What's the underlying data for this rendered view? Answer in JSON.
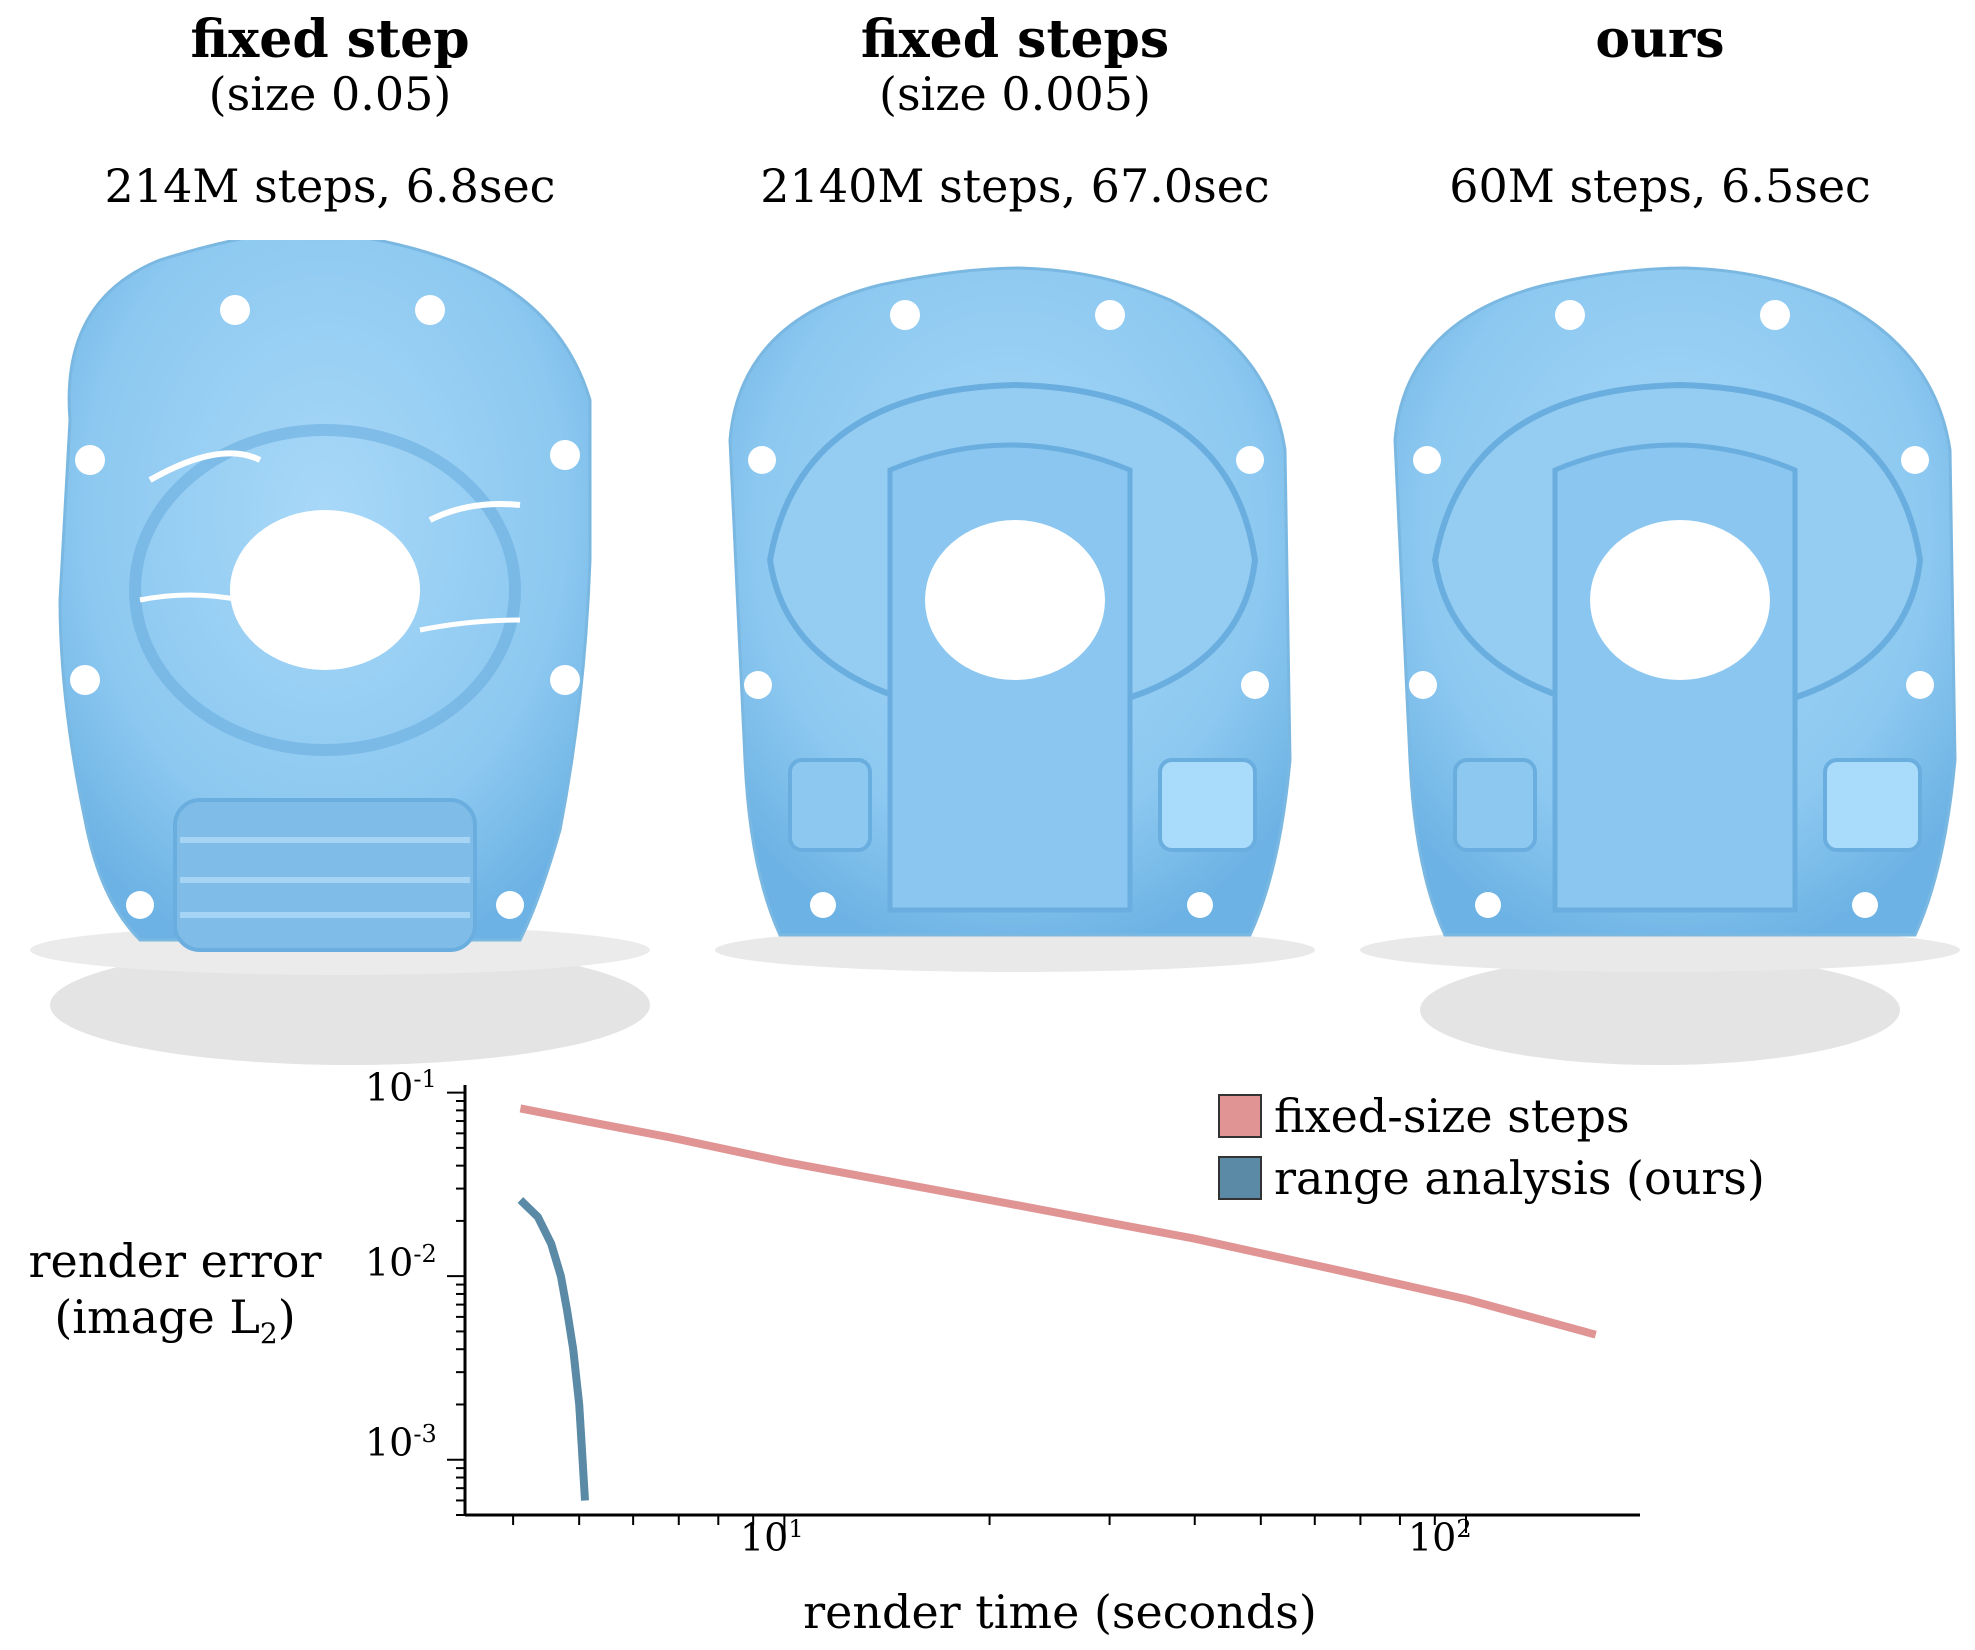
{
  "panels": [
    {
      "title": "fixed step",
      "subtitle": "(size 0.05)",
      "stats": "214M steps, 6.8sec"
    },
    {
      "title": "fixed steps",
      "subtitle": "(size 0.005)",
      "stats": "2140M steps, 67.0sec"
    },
    {
      "title": "ours",
      "subtitle": "",
      "stats": "60M steps, 6.5sec"
    }
  ],
  "colors": {
    "part": "#8cc8f0",
    "part_dark": "#5fa8dc",
    "shadow": "#e4e4e4",
    "fixed": "#e09494",
    "ours": "#5a8aa6"
  },
  "chart_data": {
    "type": "line",
    "title": "",
    "xlabel": "render time (seconds)",
    "ylabel_line1": "render error",
    "ylabel_line2": "(image L",
    "ylabel_sub": "2",
    "ylabel_end": ")",
    "xscale": "log",
    "yscale": "log",
    "xlim": [
      3.4,
      180
    ],
    "ylim": [
      0.0005,
      0.11
    ],
    "x_ticks": [
      {
        "base": "10",
        "exp": "1",
        "value": 10
      },
      {
        "base": "10",
        "exp": "2",
        "value": 100
      }
    ],
    "y_ticks": [
      {
        "base": "10",
        "exp": "-1",
        "value": 0.1
      },
      {
        "base": "10",
        "exp": "-2",
        "value": 0.01
      },
      {
        "base": "10",
        "exp": "-3",
        "value": 0.001
      }
    ],
    "legend_position": "top-right",
    "series": [
      {
        "name": "fixed-size steps",
        "color": "#e09494",
        "x": [
          4.1,
          5.3,
          6.8,
          10,
          20,
          40,
          67,
          100,
          155
        ],
        "y": [
          0.082,
          0.068,
          0.057,
          0.042,
          0.026,
          0.016,
          0.0105,
          0.0075,
          0.0048
        ]
      },
      {
        "name": "range analysis (ours)",
        "color": "#5a8aa6",
        "x": [
          4.1,
          4.35,
          4.55,
          4.7,
          4.8,
          4.9,
          5.0,
          5.05,
          5.1
        ],
        "y": [
          0.026,
          0.021,
          0.015,
          0.01,
          0.0065,
          0.004,
          0.002,
          0.0011,
          0.0006
        ]
      }
    ]
  }
}
